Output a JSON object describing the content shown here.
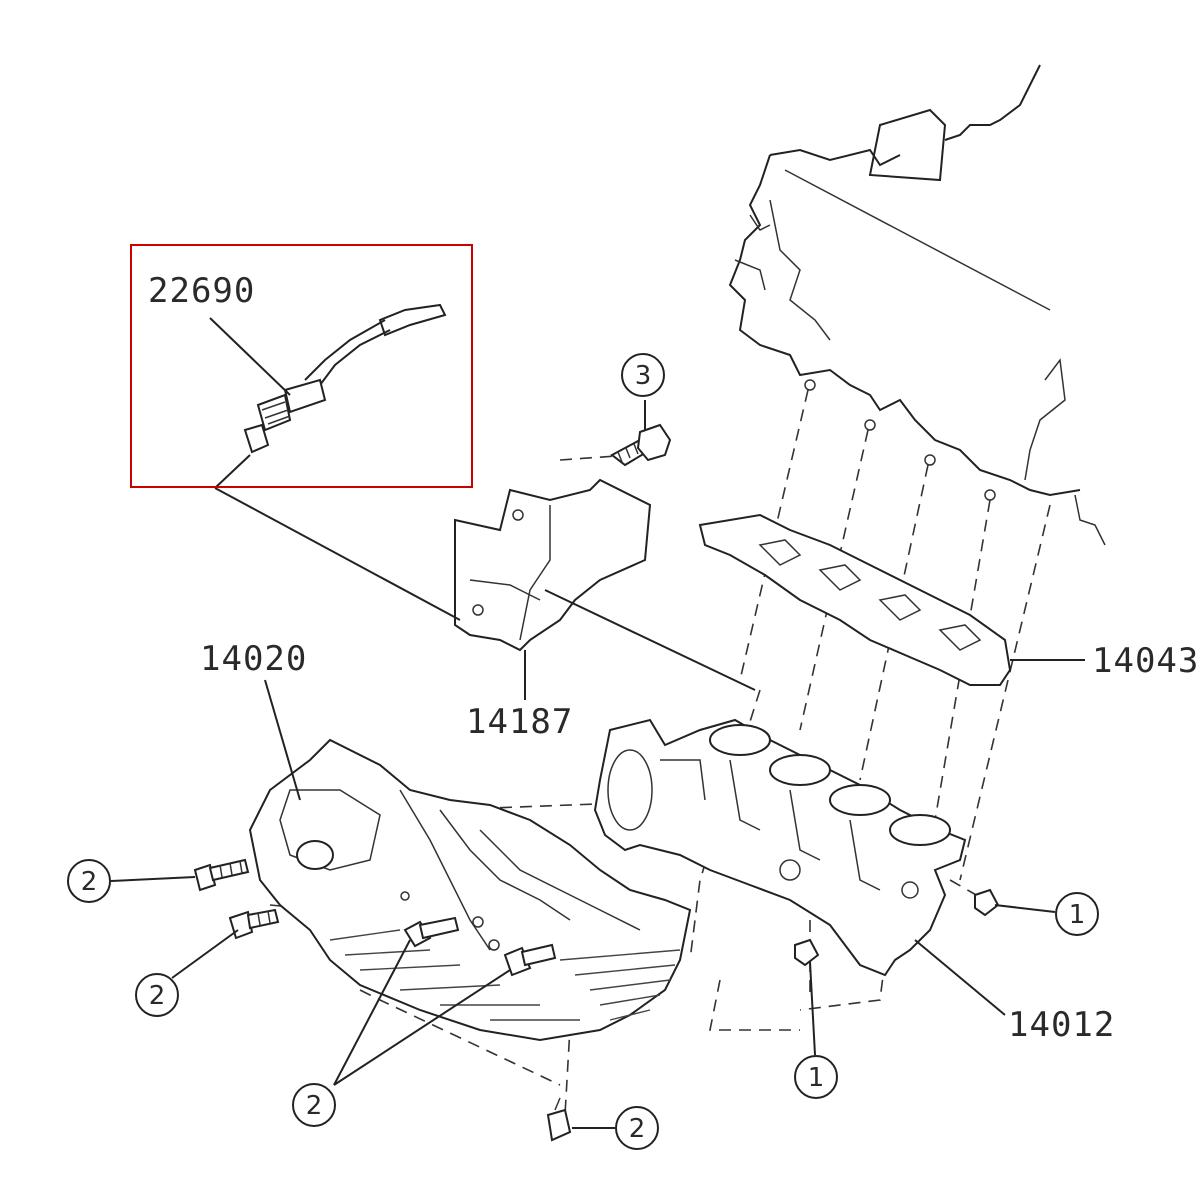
{
  "parts": {
    "o2_sensor": "22690",
    "exhaust_manifold_cover_left": "14020",
    "heat_shield": "14187",
    "gasket": "14043",
    "exhaust_manifold": "14012"
  },
  "callouts": {
    "c1_right": "1",
    "c1_bottom": "1",
    "c2_upper": "2",
    "c2_middle": "2",
    "c2_group": "2",
    "c2_bottom": "2",
    "c3": "3"
  },
  "highlight_color": "#cc0000"
}
